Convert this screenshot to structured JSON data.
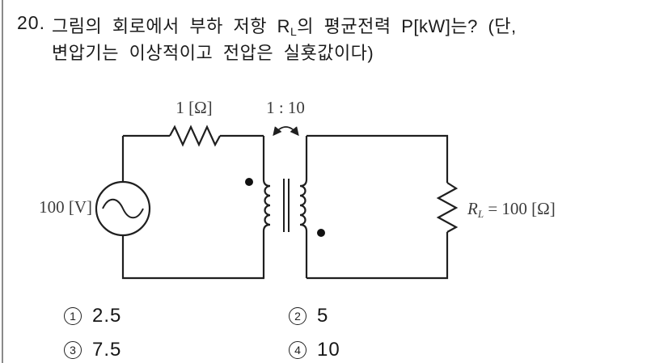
{
  "question": {
    "number": "20.",
    "line1_prefix": "그림의 회로에서 부하 저항 R",
    "line1_sub": "L",
    "line1_suffix": "의 평균전력 P[kW]는? (단,",
    "line2": "변압기는 이상적이고 전압은 실횻값이다)"
  },
  "circuit": {
    "source_label": "100 [V]",
    "series_resistor_label": "1 [Ω]",
    "turns_ratio_label": "1 : 10",
    "load_symbol": "R",
    "load_subscript": "L",
    "load_value": "= 100 [Ω]"
  },
  "options": [
    {
      "num": "1",
      "value": "2.5"
    },
    {
      "num": "2",
      "value": "5"
    },
    {
      "num": "3",
      "value": "7.5"
    },
    {
      "num": "4",
      "value": "10"
    }
  ],
  "colors": {
    "circuit_stroke": "#1f1f1f",
    "label_text": "#3c3c3c",
    "question_text": "#1b1b1b",
    "page_border": "#8a8a8a",
    "background": "#ffffff"
  }
}
